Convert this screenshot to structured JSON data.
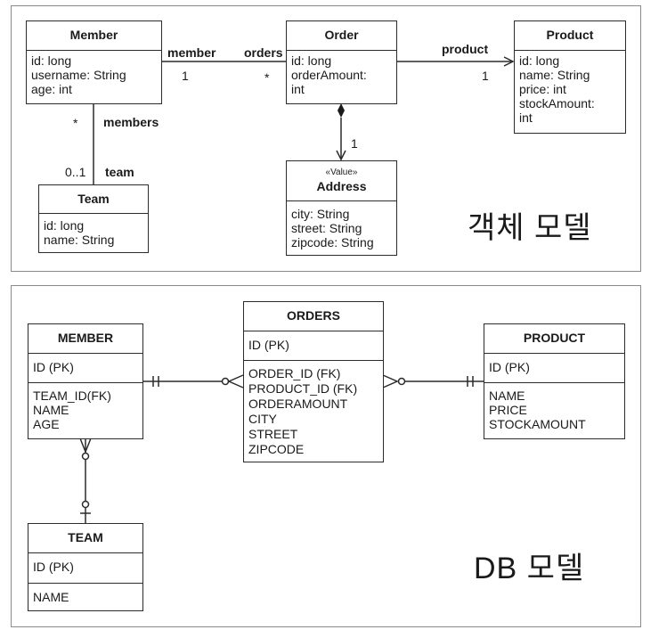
{
  "object_model": {
    "title": "객체 모델",
    "classes": {
      "member": {
        "name": "Member",
        "attributes": [
          "id: long",
          "username: String",
          "age: int"
        ]
      },
      "order": {
        "name": "Order",
        "attributes": [
          "id: long",
          "orderAmount:",
          "int"
        ]
      },
      "product": {
        "name": "Product",
        "attributes": [
          "id: long",
          "name: String",
          "price: int",
          "stockAmount:",
          "int"
        ]
      },
      "team": {
        "name": "Team",
        "attributes": [
          "id: long",
          "name: String"
        ]
      },
      "address": {
        "stereotype": "«Value»",
        "name": "Address",
        "attributes": [
          "city: String",
          "street: String",
          "zipcode: String"
        ]
      }
    },
    "associations": {
      "member_order": {
        "role_left": "member",
        "mult_left": "1",
        "role_right": "orders",
        "mult_right": "*"
      },
      "order_product": {
        "role": "product",
        "mult": "1"
      },
      "member_team": {
        "role_top": "members",
        "mult_top": "*",
        "role_bottom": "team",
        "mult_bottom": "0..1"
      },
      "order_address": {
        "mult": "1"
      }
    }
  },
  "db_model": {
    "title": "DB 모델",
    "tables": {
      "member": {
        "name": "MEMBER",
        "pk": [
          "ID (PK)"
        ],
        "columns": [
          "TEAM_ID(FK)",
          "NAME",
          "AGE"
        ]
      },
      "orders": {
        "name": "ORDERS",
        "pk": [
          "ID (PK)"
        ],
        "columns": [
          "ORDER_ID (FK)",
          "PRODUCT_ID (FK)",
          "ORDERAMOUNT",
          "CITY",
          "STREET",
          "ZIPCODE"
        ]
      },
      "product": {
        "name": "PRODUCT",
        "pk": [
          "ID (PK)"
        ],
        "columns": [
          "NAME",
          "PRICE",
          "STOCKAMOUNT"
        ]
      },
      "team": {
        "name": "TEAM",
        "pk": [
          "ID (PK)"
        ],
        "columns": [
          "NAME"
        ]
      }
    }
  }
}
